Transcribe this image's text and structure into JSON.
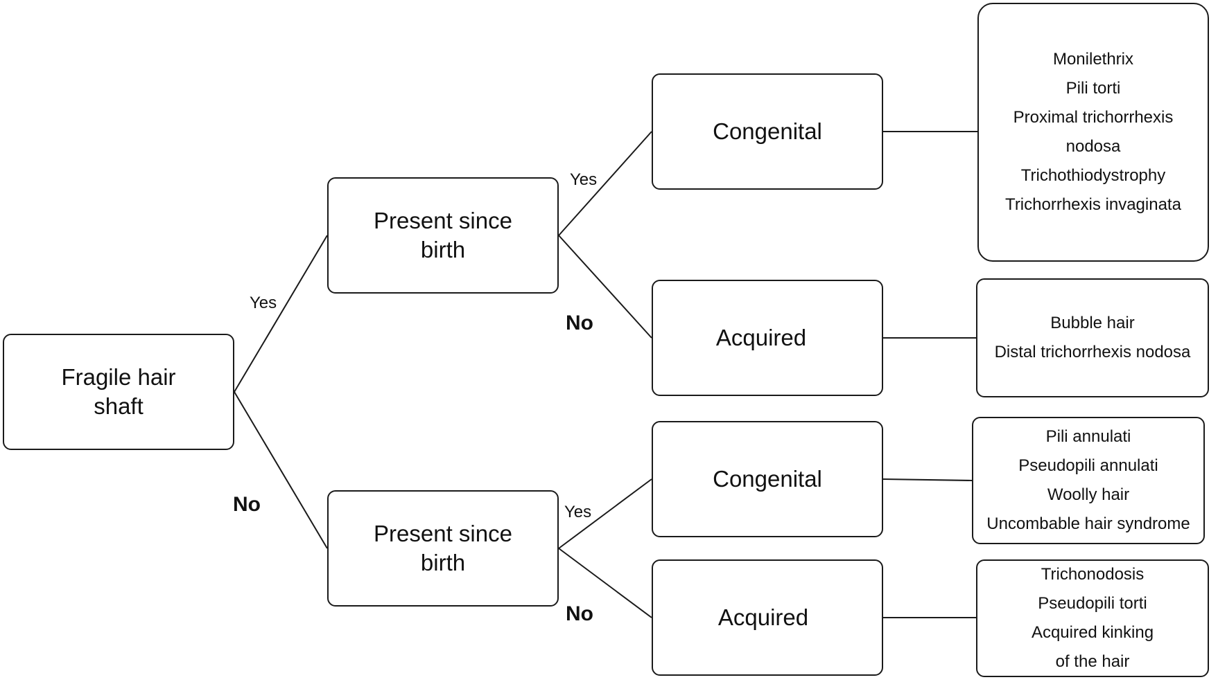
{
  "root": {
    "lines": [
      "Fragile hair",
      "shaft"
    ]
  },
  "question_top": {
    "lines": [
      "Present since",
      "birth"
    ]
  },
  "question_bottom": {
    "lines": [
      "Present since",
      "birth"
    ]
  },
  "top_congenital": {
    "label": "Congenital"
  },
  "top_acquired": {
    "label": "Acquired"
  },
  "bottom_congenital": {
    "label": "Congenital"
  },
  "bottom_acquired": {
    "label": "Acquired"
  },
  "top_congenital_list": [
    "Monilethrix",
    "Pili torti",
    "Proximal trichorrhexis",
    "nodosa",
    "Trichothiodystrophy",
    "Trichorrhexis invaginata"
  ],
  "top_acquired_list": [
    "Bubble hair",
    "Distal trichorrhexis nodosa"
  ],
  "bottom_congenital_list": [
    "Pili annulati",
    "Pseudopili annulati",
    "Woolly hair",
    "Uncombable hair syndrome"
  ],
  "bottom_acquired_list": [
    "Trichonodosis",
    "Pseudopili torti",
    "Acquired kinking",
    "of the hair"
  ],
  "edge_labels": {
    "root_yes": "Yes",
    "root_no": "No",
    "top_yes": "Yes",
    "top_no": "No",
    "bottom_yes": "Yes",
    "bottom_no": "No"
  }
}
